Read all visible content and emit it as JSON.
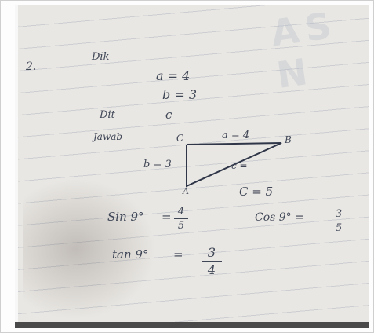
{
  "watermark": "AS N",
  "problem_number": "2.",
  "given_label": "Dik",
  "given": [
    "a = 4",
    "b = 3"
  ],
  "asked_label": "Dit",
  "asked_value": "c",
  "answer_label": "Jawab",
  "triangle": {
    "vertex_top_left": "C",
    "vertex_right": "B",
    "vertex_bottom": "A",
    "side_top": "a = 4",
    "side_left": "b = 3",
    "side_hyp": "c ="
  },
  "c_result": "C = 5",
  "sin_label": "Sin 9°",
  "sin_num": "4",
  "sin_den": "5",
  "cos_label": "Cos 9° =",
  "cos_num": "3",
  "cos_den": "5",
  "tan_label": "tan 9°",
  "tan_num": "3",
  "tan_den": "4"
}
